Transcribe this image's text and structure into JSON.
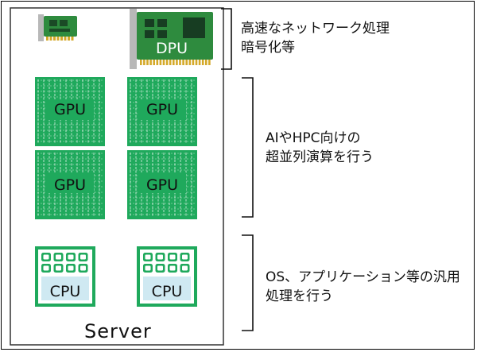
{
  "server": {
    "label": "Server"
  },
  "dpu": {
    "label": "DPU"
  },
  "gpus": [
    {
      "label": "GPU"
    },
    {
      "label": "GPU"
    },
    {
      "label": "GPU"
    },
    {
      "label": "GPU"
    }
  ],
  "cpus": [
    {
      "label": "CPU"
    },
    {
      "label": "CPU"
    }
  ],
  "annotations": {
    "dpu": [
      "高速なネットワーク処理",
      "暗号化等"
    ],
    "gpu": [
      "AIやHPC向けの",
      "超並列演算を行う"
    ],
    "cpu": [
      "OS、アプリケーション等の汎用",
      "処理を行う"
    ]
  },
  "colors": {
    "chip_green": "#1fa95c",
    "board_green": "#2e8b3e",
    "cpu_fill": "#cfe9f2",
    "pin_gold": "#d4a92a"
  }
}
